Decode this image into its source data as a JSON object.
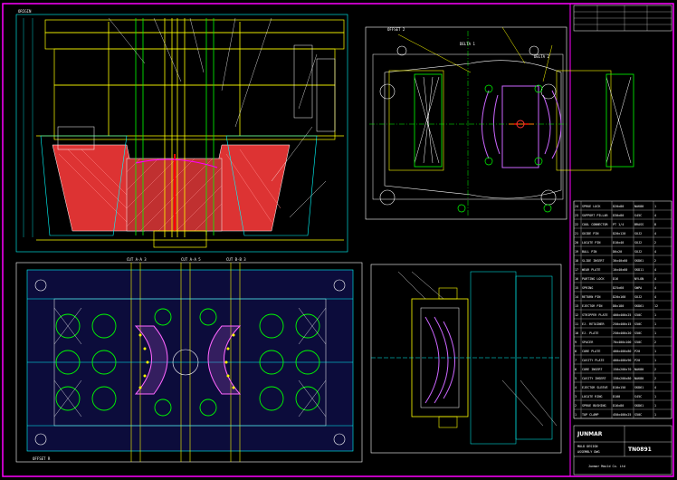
{
  "drawing": {
    "views": {
      "top_left_label": "ORIGIN",
      "offset_top_right": "OFFSET 2",
      "offset_bottom_left": "OFFSET R",
      "section_labels": [
        "CUT A-A 3",
        "CUT A-A 5",
        "CUT B-B 3"
      ],
      "angle_labels": [
        "DELTA 1",
        "DELTA 2"
      ]
    },
    "title_block": {
      "company": "JUNMAR",
      "line1": "MOLD DESIGN",
      "line2": "ASSEMBLY DWG",
      "drawing_no": "TN0891",
      "footer": "Junmar Mould Co. Ltd"
    },
    "bom": [
      {
        "no": "24",
        "name": "SPRUE LOCK",
        "spec": "D20x80",
        "mat": "NAK80",
        "qty": "1"
      },
      {
        "no": "23",
        "name": "SUPPORT PILLAR",
        "spec": "D30x80",
        "mat": "S45C",
        "qty": "4"
      },
      {
        "no": "22",
        "name": "COOL CONNECTOR",
        "spec": "PT 1/4",
        "mat": "BRASS",
        "qty": "8"
      },
      {
        "no": "21",
        "name": "GUIDE PIN",
        "spec": "D20x120",
        "mat": "SUJ2",
        "qty": "4"
      },
      {
        "no": "20",
        "name": "LOCATE PIN",
        "spec": "D10x40",
        "mat": "SUJ2",
        "qty": "2"
      },
      {
        "no": "19",
        "name": "BALL PIN",
        "spec": "D6x20",
        "mat": "SUJ2",
        "qty": "4"
      },
      {
        "no": "18",
        "name": "SLIDE INSERT",
        "spec": "30x40x60",
        "mat": "SKD61",
        "qty": "2"
      },
      {
        "no": "17",
        "name": "WEAR PLATE",
        "spec": "10x40x60",
        "mat": "SKD11",
        "qty": "4"
      },
      {
        "no": "16",
        "name": "PARTING LOCK",
        "spec": "D16",
        "mat": "NYLON",
        "qty": "4"
      },
      {
        "no": "15",
        "name": "SPRING",
        "spec": "D25x60",
        "mat": "SWPA",
        "qty": "4"
      },
      {
        "no": "14",
        "name": "RETURN PIN",
        "spec": "D20x160",
        "mat": "SUJ2",
        "qty": "4"
      },
      {
        "no": "13",
        "name": "EJECTOR PIN",
        "spec": "D8x180",
        "mat": "SKD61",
        "qty": "12"
      },
      {
        "no": "12",
        "name": "STRIPPER PLATE",
        "spec": "400x400x25",
        "mat": "S50C",
        "qty": "1"
      },
      {
        "no": "11",
        "name": "EJ. RETAINER",
        "spec": "250x400x15",
        "mat": "S50C",
        "qty": "1"
      },
      {
        "no": "10",
        "name": "EJ. PLATE",
        "spec": "250x400x20",
        "mat": "S50C",
        "qty": "1"
      },
      {
        "no": "9",
        "name": "SPACER",
        "spec": "70x400x100",
        "mat": "S50C",
        "qty": "2"
      },
      {
        "no": "8",
        "name": "CORE PLATE",
        "spec": "400x400x80",
        "mat": "P20",
        "qty": "1"
      },
      {
        "no": "7",
        "name": "CAVITY PLATE",
        "spec": "400x400x90",
        "mat": "P20",
        "qty": "1"
      },
      {
        "no": "6",
        "name": "CORE INSERT",
        "spec": "150x200x70",
        "mat": "NAK80",
        "qty": "2"
      },
      {
        "no": "5",
        "name": "CAVITY INSERT",
        "spec": "150x200x80",
        "mat": "NAK80",
        "qty": "2"
      },
      {
        "no": "4",
        "name": "EJECTOR SLEEVE",
        "spec": "D10x150",
        "mat": "SKD61",
        "qty": "4"
      },
      {
        "no": "3",
        "name": "LOCATE RING",
        "spec": "D100",
        "mat": "S45C",
        "qty": "1"
      },
      {
        "no": "2",
        "name": "SPRUE BUSHING",
        "spec": "D16x80",
        "mat": "SKD61",
        "qty": "1"
      },
      {
        "no": "1",
        "name": "TOP CLAMP",
        "spec": "450x400x25",
        "mat": "S50C",
        "qty": "1"
      }
    ]
  }
}
